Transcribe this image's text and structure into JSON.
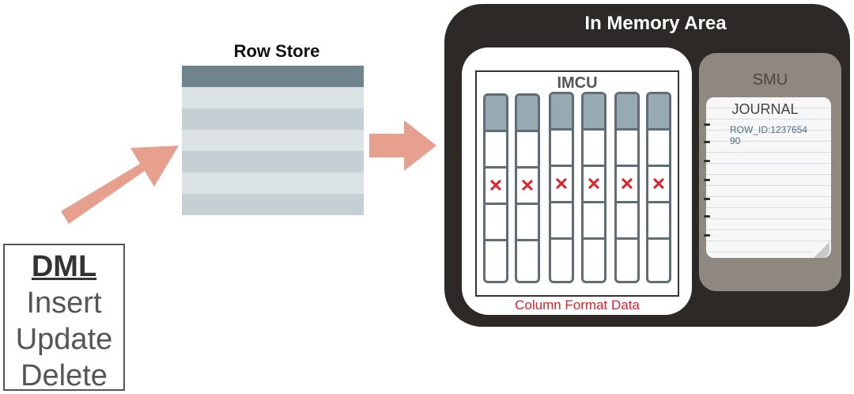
{
  "dml": {
    "title": "DML",
    "items": [
      "Insert",
      "Update",
      "Delete"
    ]
  },
  "row_store": {
    "title": "Row Store",
    "rows": 6
  },
  "in_memory": {
    "title": "In Memory Area",
    "imcu_label": "IMCU",
    "column_format_label": "Column Format Data",
    "columns": 6,
    "invalidated_row_marker": "✕"
  },
  "smu": {
    "label": "SMU",
    "journal_label": "JOURNAL",
    "journal_entry": "ROW_ID:123765490"
  },
  "colors": {
    "arrow": "#e8a08e",
    "in_memory_bg": "#2c2926",
    "smu_bg": "#8f8880",
    "column_header": "#97aab2",
    "mark": "#e0202a"
  }
}
